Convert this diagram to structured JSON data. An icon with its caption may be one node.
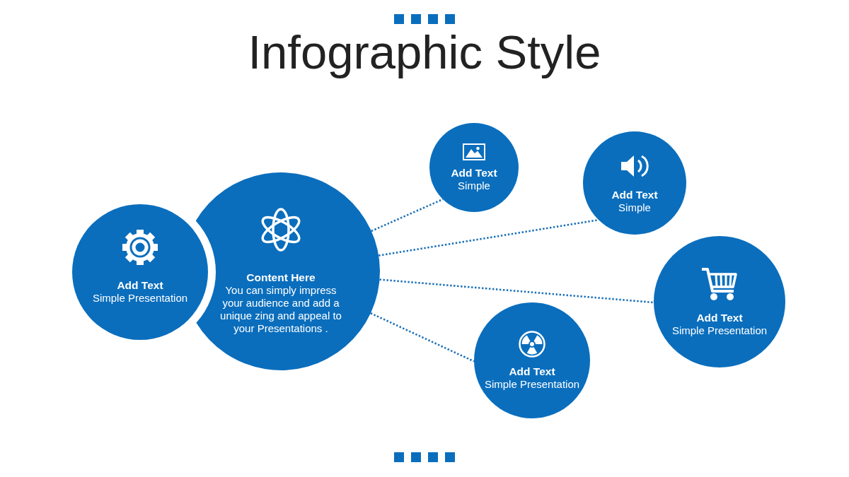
{
  "diagram": {
    "title": "Infographic Style",
    "nodes": [
      {
        "text": [
          "Add Text",
          "Simple Presentation"
        ]
      },
      {
        "text": [
          "Content Here",
          "You can simply impress your audience and add a unique zing and appeal to your Presentations ."
        ]
      },
      {
        "text": [
          "Add Text",
          "Simple"
        ]
      },
      {
        "text": [
          "Add Text",
          "Simple"
        ]
      },
      {
        "text": [
          "Add Text",
          "Simple Presentation"
        ]
      },
      {
        "text": [
          "Add Text",
          "Simple Presentation"
        ]
      }
    ],
    "edges": [
      {
        "from": 1,
        "to": 2,
        "arrow": "none",
        "style": "dashed"
      },
      {
        "from": 1,
        "to": 3,
        "arrow": "none",
        "style": "dashed"
      },
      {
        "from": 1,
        "to": 4,
        "arrow": "none",
        "style": "dashed"
      },
      {
        "from": 1,
        "to": 5,
        "arrow": "none",
        "style": "dashed"
      }
    ]
  }
}
